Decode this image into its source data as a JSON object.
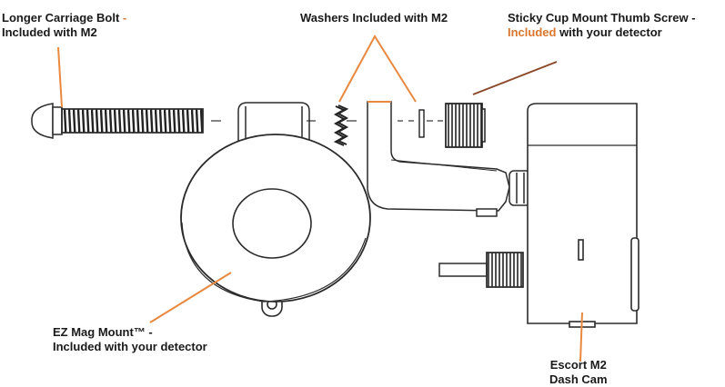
{
  "labels": {
    "bolt": {
      "line1": "Longer Carriage Bolt",
      "dash": " -",
      "line2": "Included with M2"
    },
    "washers": {
      "text": "Washers Included with M2"
    },
    "thumb_screw": {
      "line1": "Sticky Cup Mount Thumb Screw -",
      "line2_highlight": "Included",
      "line2_rest": " with your detector"
    },
    "mag_mount": {
      "line1": "EZ Mag Mount™ -",
      "line2": "Included with your detector"
    },
    "dash_cam": {
      "line1": "Escort M2",
      "line2": "Dash Cam"
    }
  },
  "colors": {
    "leader_orange": "#e8893f",
    "leader_brown": "#8a4a2a",
    "highlight": "#d9772f",
    "line_art": "#2b2b2b"
  }
}
